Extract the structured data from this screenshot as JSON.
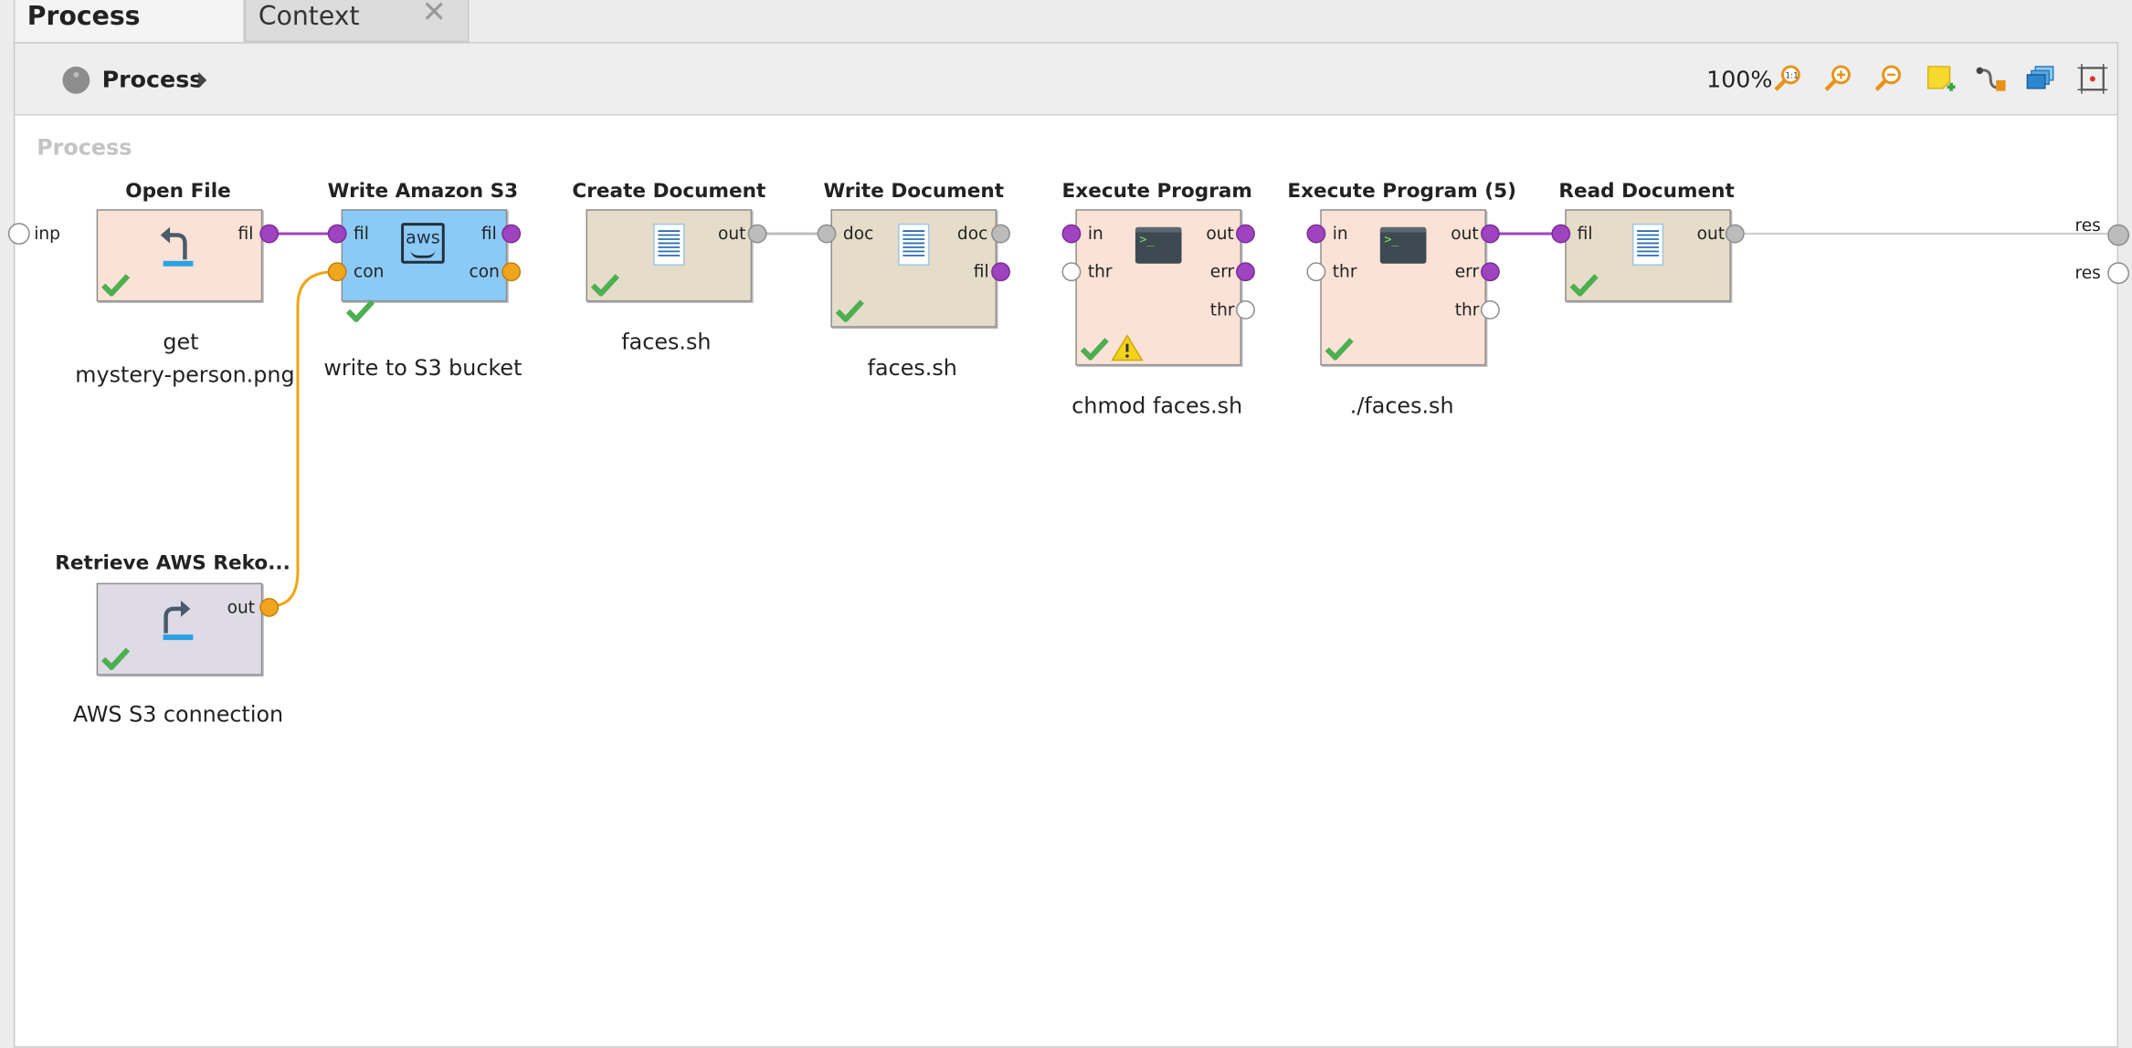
{
  "tabs": {
    "process": "Process",
    "context": "Context",
    "close_glyph": "✕"
  },
  "toolbar": {
    "breadcrumb": "Process",
    "zoom": "100%"
  },
  "canvas": {
    "title": "Process"
  },
  "process_ports": {
    "input": "inp",
    "result1": "res",
    "result2": "res"
  },
  "operators": [
    {
      "title": "Open File",
      "label_line1": "get",
      "label_line2": "mystery-person.png",
      "color": "#fbe2d6",
      "ports_out": [
        "fil"
      ],
      "icon": "open-file-icon"
    },
    {
      "title": "Write Amazon S3",
      "label": "write to S3 bucket",
      "color": "#8bcaf6",
      "ports_in": [
        "fil",
        "con"
      ],
      "ports_out": [
        "fil",
        "con"
      ],
      "icon": "aws-icon",
      "icon_text": "aws"
    },
    {
      "title": "Create Document",
      "label": "faces.sh",
      "color": "#e5ddc9",
      "ports_out": [
        "out"
      ],
      "icon": "document-icon"
    },
    {
      "title": "Write Document",
      "label": "faces.sh",
      "color": "#e5ddc9",
      "ports_in": [
        "doc"
      ],
      "ports_out": [
        "doc",
        "fil"
      ],
      "icon": "document-icon"
    },
    {
      "title": "Execute Program",
      "label": "chmod faces.sh",
      "color": "#fbe2d6",
      "ports_in": [
        "in",
        "thr"
      ],
      "ports_out": [
        "out",
        "err",
        "thr"
      ],
      "icon": "terminal-icon",
      "icon_text": ">_"
    },
    {
      "title": "Execute Program (5)",
      "label": "./faces.sh",
      "color": "#fbe2d6",
      "ports_in": [
        "in",
        "thr"
      ],
      "ports_out": [
        "out",
        "err",
        "thr"
      ],
      "icon": "terminal-icon",
      "icon_text": ">_"
    },
    {
      "title": "Read Document",
      "label": "",
      "color": "#e5ddc9",
      "ports_in": [
        "fil"
      ],
      "ports_out": [
        "out"
      ],
      "icon": "document-icon"
    },
    {
      "title": "Retrieve AWS Reko...",
      "label": "AWS S3 connection",
      "color": "#dedae6",
      "ports_out": [
        "out"
      ],
      "icon": "retrieve-icon"
    }
  ],
  "colors": {
    "purple_port": "#a043c0",
    "orange_port": "#f1a51e",
    "check": "#4caf50",
    "wire_orange": "#f0a513",
    "wire_purple": "#a043c0",
    "wire_gray": "#bdbdbd"
  }
}
